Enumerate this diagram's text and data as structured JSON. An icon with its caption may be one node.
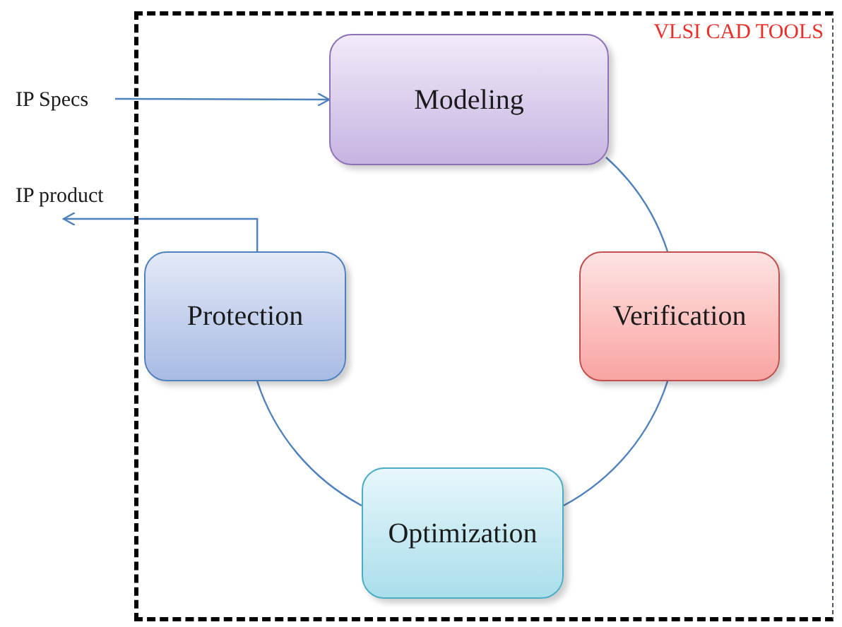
{
  "diagram": {
    "nodes": [
      {
        "text": [
          "VLSI CAD TOOLS"
        ]
      },
      {
        "text": [
          "IP Specs"
        ]
      },
      {
        "text": [
          "Modeling"
        ],
        "in": 0
      },
      {
        "text": [
          "IP product"
        ]
      },
      {
        "text": [
          "Protection"
        ],
        "in": 0
      },
      {
        "text": [
          "Verification"
        ],
        "in": 0
      },
      {
        "text": [
          "Optimization"
        ],
        "in": 0
      }
    ],
    "edges": [
      {
        "from": 1,
        "to": 2,
        "arrow": "to"
      },
      {
        "from": 4,
        "to": 3,
        "arrow": "to"
      },
      {
        "from": 2,
        "to": 5,
        "arrow": "none"
      },
      {
        "from": 5,
        "to": 6,
        "arrow": "none"
      },
      {
        "from": 6,
        "to": 4,
        "arrow": "none"
      }
    ]
  }
}
